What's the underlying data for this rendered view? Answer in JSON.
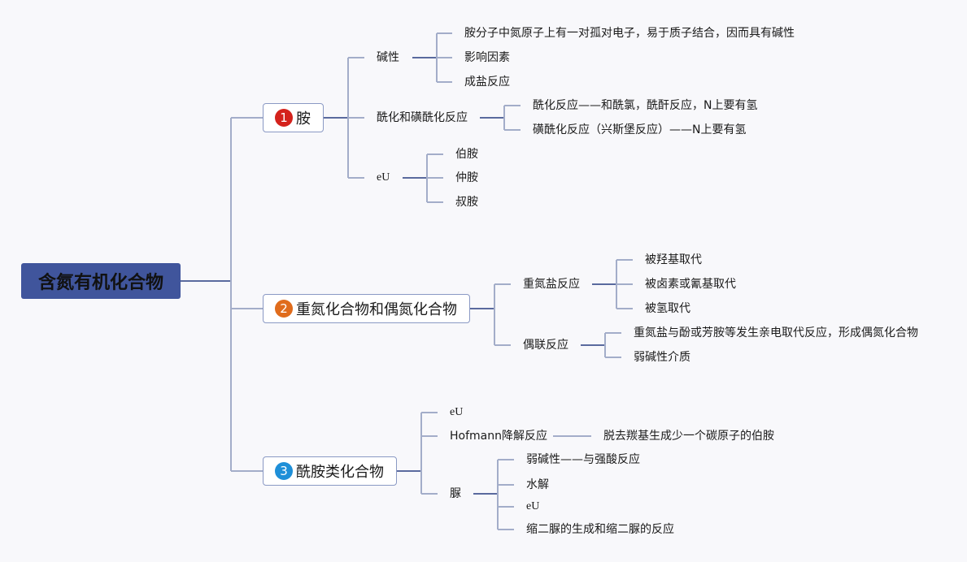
{
  "root": {
    "label": "含氮有机化合物",
    "color": "#40559c"
  },
  "topics": [
    {
      "number": "1",
      "label": "胺",
      "badge_color": "#d4221c",
      "children": [
        {
          "label": "碱性",
          "children": [
            "胺分子中氮原子上有一对孤对电子，易于质子结合，因而具有碱性",
            "影响因素",
            "成盐反应"
          ]
        },
        {
          "label": "酰化和磺酰化反应",
          "children": [
            "酰化反应——和酰氯，酰酐反应，N上要有氢",
            "磺酰化反应（兴斯堡反应）——N上要有氢"
          ]
        },
        {
          "label": "eU",
          "children": [
            "伯胺",
            "仲胺",
            "叔胺"
          ]
        }
      ]
    },
    {
      "number": "2",
      "label": "重氮化合物和偶氮化合物",
      "badge_color": "#e06c1c",
      "children": [
        {
          "label": "重氮盐反应",
          "children": [
            "被羟基取代",
            "被卤素或氰基取代",
            "被氢取代"
          ]
        },
        {
          "label": "偶联反应",
          "children": [
            "重氮盐与酚或芳胺等发生亲电取代反应，形成偶氮化合物",
            "弱碱性介质"
          ]
        }
      ]
    },
    {
      "number": "3",
      "label": "酰胺类化合物",
      "badge_color": "#1e8fd8",
      "children": [
        {
          "label": "eU",
          "children": []
        },
        {
          "label": "Hofmann降解反应",
          "children": [
            "脱去羰基生成少一个碳原子的伯胺"
          ]
        },
        {
          "label": "脲",
          "children": [
            "弱碱性——与强酸反应",
            "水解",
            "eU",
            "缩二脲的生成和缩二脲的反应"
          ]
        }
      ]
    }
  ],
  "line_colors": {
    "primary": "#5a6a9e",
    "secondary": "#a3adc9"
  }
}
